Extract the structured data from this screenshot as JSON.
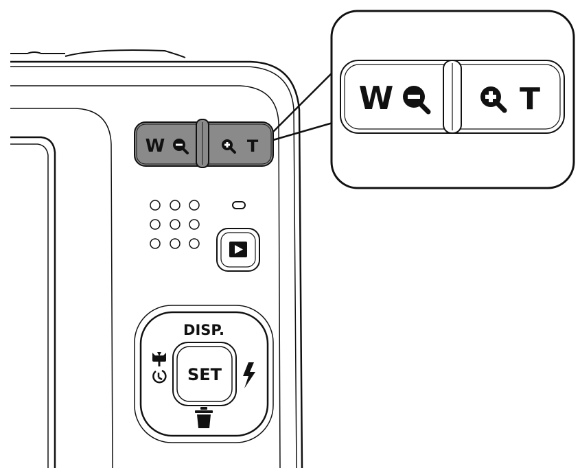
{
  "zoom_lever": {
    "wide_label": "W",
    "tele_label": "T",
    "wide_icon": "zoom-out-icon",
    "tele_icon": "zoom-in-icon",
    "highlight_color": "#8a8a8a"
  },
  "play_button": {
    "icon": "play-icon"
  },
  "nav_pad": {
    "up_label": "DISP.",
    "center_label": "SET",
    "left_icons": [
      "macro-icon",
      "self-timer-icon"
    ],
    "right_icon": "flash-icon",
    "down_icon": "trash-icon"
  },
  "colors": {
    "outline": "#111111",
    "lever_fill": "#8a8a8a",
    "background": "#ffffff"
  }
}
